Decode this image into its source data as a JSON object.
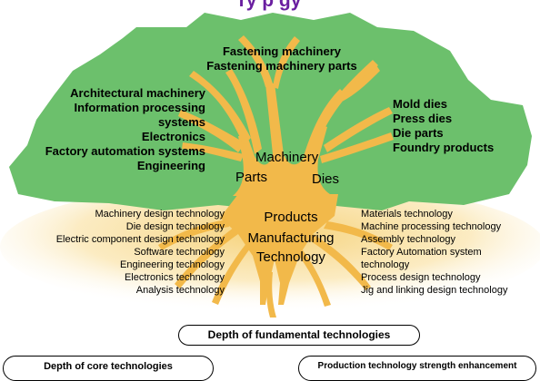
{
  "title": "ry   p                                 gy",
  "colors": {
    "canopy": "#6cc06c",
    "trunk": "#f2b94a",
    "roots_glow": "#f7d98a",
    "title": "#6a1fa0"
  },
  "canopy_top": [
    "Fastening machinery",
    "Fastening machinery parts"
  ],
  "canopy_left": [
    "Architectural machinery",
    "Information processing",
    "systems",
    "Electronics",
    "Factory automation systems",
    "Engineering"
  ],
  "canopy_right": [
    "Mold dies",
    "Press dies",
    "Die parts",
    "Foundry products"
  ],
  "trunk": {
    "machinery": "Machinery",
    "parts": "Parts",
    "dies": "Dies",
    "products": "Products",
    "manufacturing": "Manufacturing",
    "technology": "Technology"
  },
  "roots_left": [
    "Machinery design technology",
    "Die design technology",
    "Electric component design technology",
    "Software technology",
    "Engineering technology",
    "Electronics technology",
    "Analysis technology"
  ],
  "roots_right": [
    "Materials technology",
    "Machine processing technology",
    "Assembly technology",
    "Factory Automation system",
    "technology",
    "Process design technology",
    "Jig and linking design technology"
  ],
  "labels": {
    "fundamental": "Depth of fundamental technologies",
    "core": "Depth of core technologies",
    "production": "Production technology strength enhancement"
  }
}
